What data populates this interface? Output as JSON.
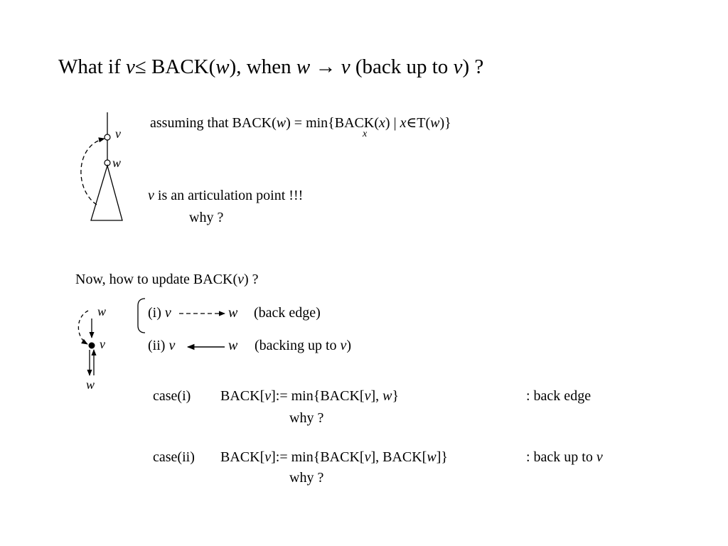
{
  "title": {
    "p1": "What if ",
    "v1": "v",
    "p2": "≤ BACK(",
    "w1": "w",
    "p3": "), when ",
    "w2": "w",
    "arrow": " → ",
    "v2": "v",
    "p4": " (back up to ",
    "v3": "v",
    "p5": ") ?"
  },
  "assumption": {
    "p1": "assuming that BACK(",
    "w1": "w",
    "p2": ") = min{BACK(",
    "x1": "x",
    "p3": ") | ",
    "x2": "x",
    "p4": "∈T(",
    "w2": "w",
    "p5": ")}",
    "subscript": "x"
  },
  "articulation": {
    "v": "v",
    "text": " is an articulation point !!!",
    "why": "why ?"
  },
  "diagram1": {
    "label_v": "v",
    "label_w": "w"
  },
  "update_heading": {
    "p1": "Now, how to update BACK(",
    "v": "v",
    "p2": ") ?"
  },
  "diagram2": {
    "label_w_top": "w",
    "label_v": "v",
    "label_w_bottom": "w"
  },
  "edge_i": {
    "prefix": "(i) ",
    "v": "v",
    "w": "w",
    "desc": "(back edge)"
  },
  "edge_ii": {
    "prefix": "(ii) ",
    "v": "v",
    "w": "w",
    "desc_p1": "(backing up to ",
    "desc_v": "v",
    "desc_p2": ")"
  },
  "case1": {
    "label": "case(i)",
    "f1": "BACK[",
    "v1": "v",
    "f2": "]:= min{BACK[",
    "v2": "v",
    "f3": "], ",
    "w": "w",
    "f4": "}",
    "note": ": back edge",
    "why": "why ?"
  },
  "case2": {
    "label": "case(ii)",
    "f1": "BACK[",
    "v1": "v",
    "f2": "]:= min{BACK[",
    "v2": "v",
    "f3": "], BACK[",
    "w": "w",
    "f4": "]}",
    "note_p1": ": back up to ",
    "note_v": "v",
    "why": "why ?"
  }
}
